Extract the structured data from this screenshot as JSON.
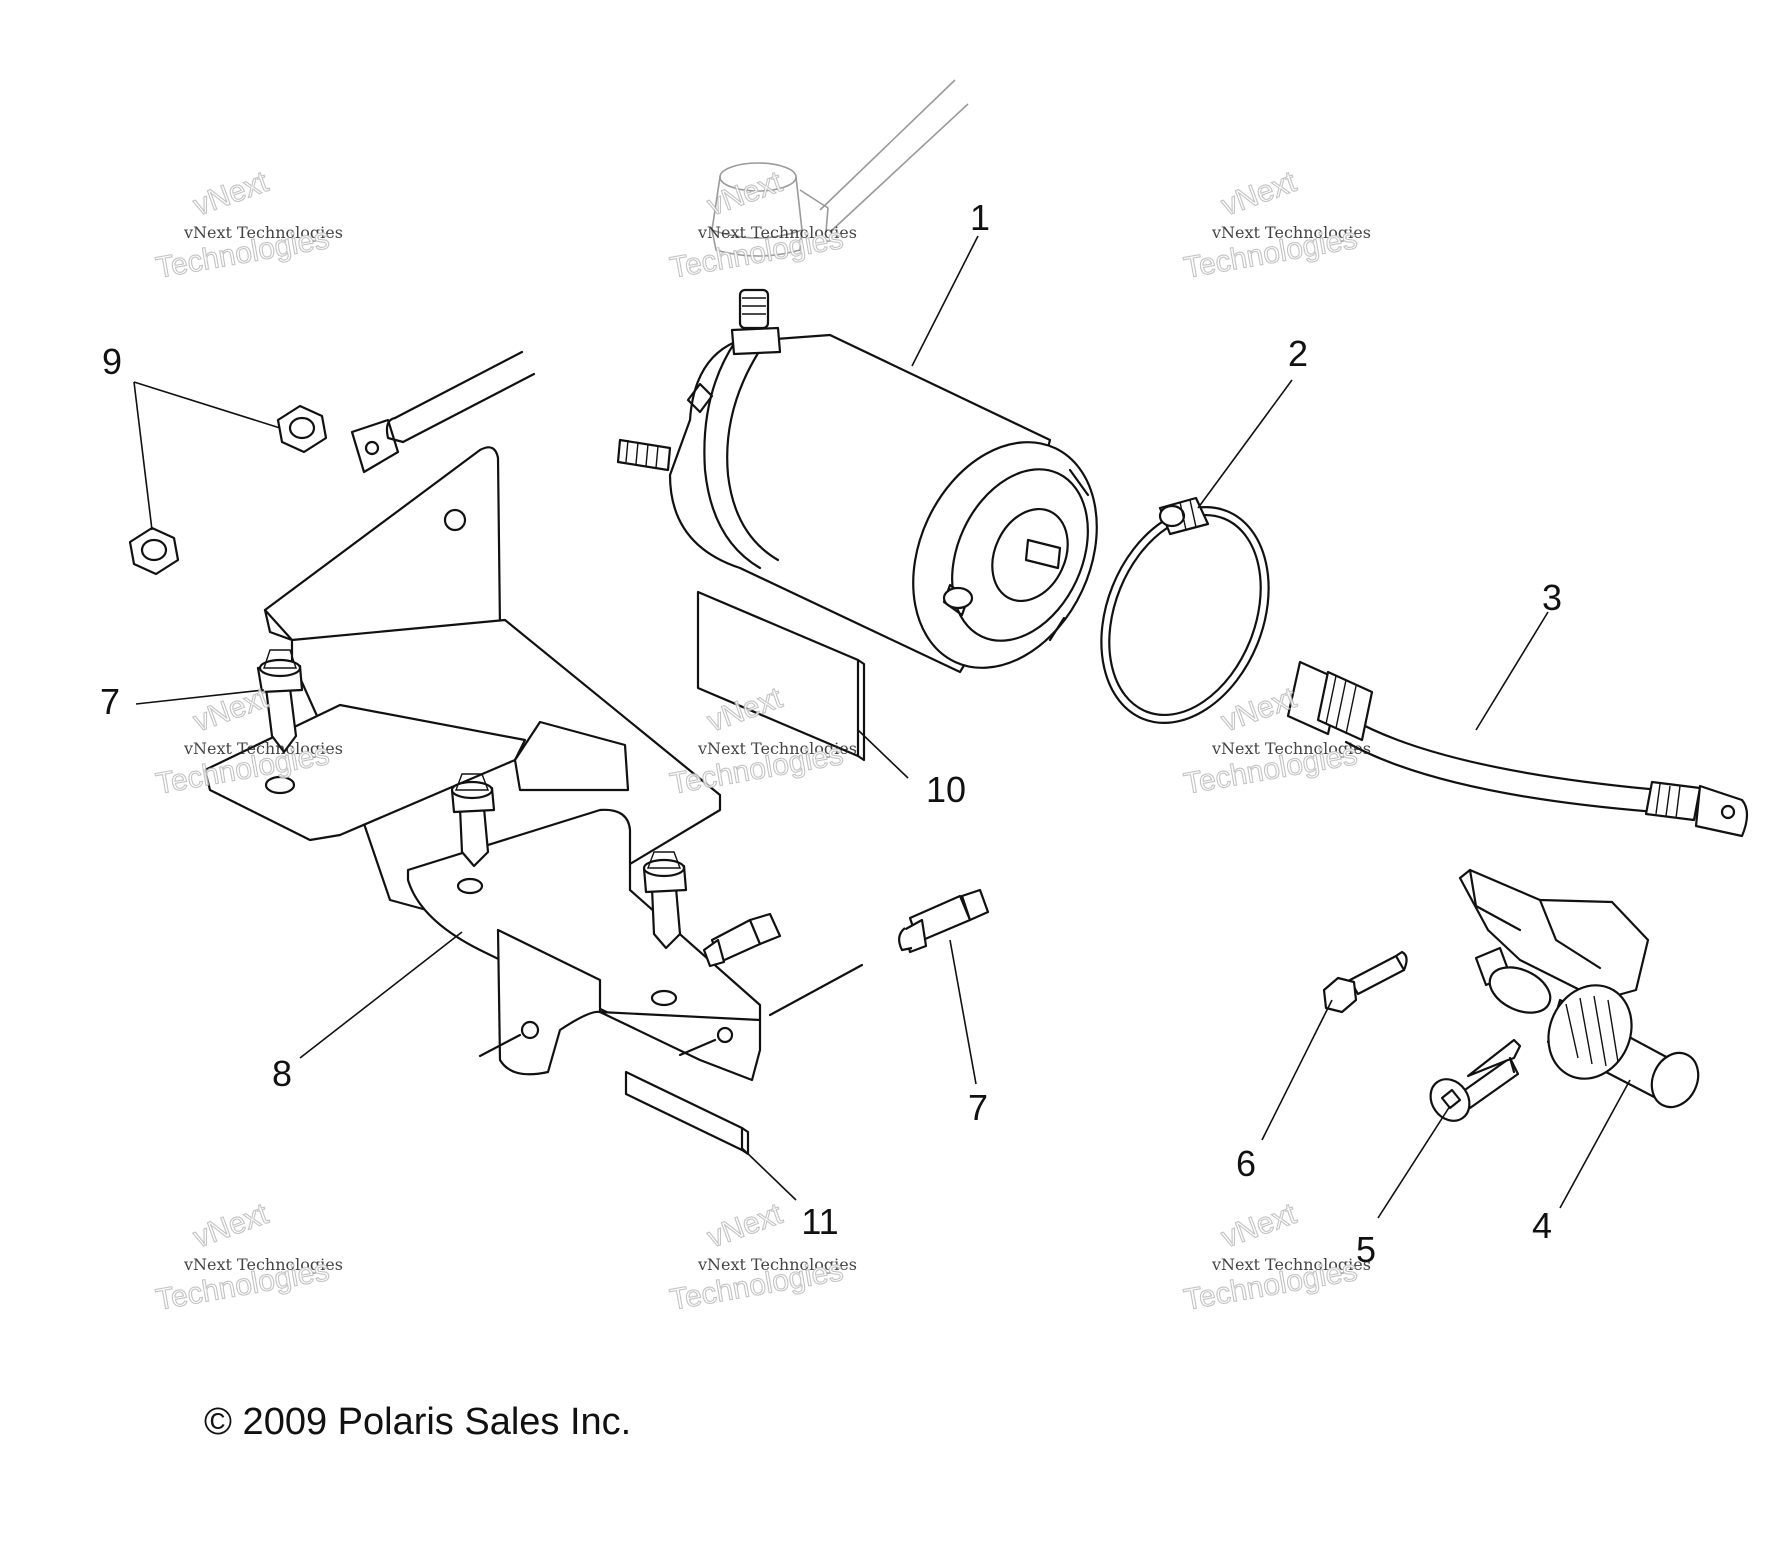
{
  "diagram": {
    "copyright": "© 2009 Polaris Sales Inc.",
    "watermark": {
      "brand": "vNext",
      "line1": "vNext Technologies",
      "line2": "Technologies"
    },
    "callouts": [
      "1",
      "2",
      "3",
      "4",
      "5",
      "6",
      "7",
      "7",
      "8",
      "9",
      "10",
      "11"
    ]
  }
}
